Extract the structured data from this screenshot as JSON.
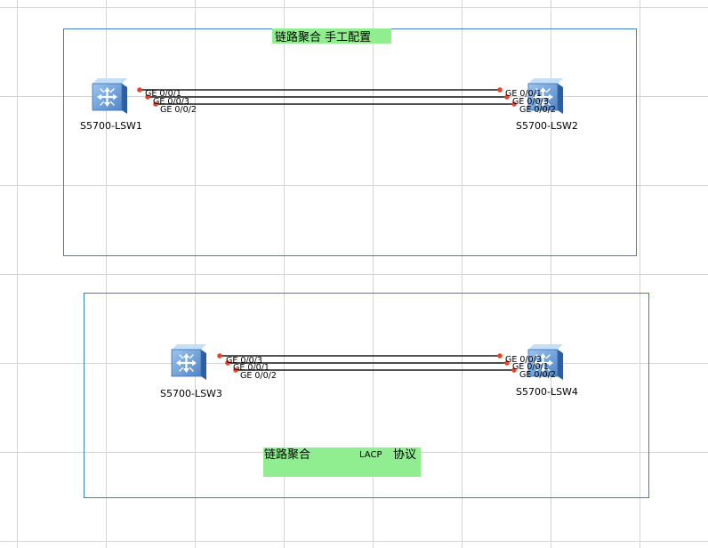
{
  "top_group": {
    "title": "链路聚合 手工配置",
    "devices": {
      "left": {
        "name": "S5700-LSW1",
        "ports": [
          "GE 0/0/1",
          "GE 0/0/3",
          "GE 0/0/2"
        ]
      },
      "right": {
        "name": "S5700-LSW2",
        "ports": [
          "GE 0/0/1",
          "GE 0/0/3",
          "GE 0/0/2"
        ]
      }
    }
  },
  "bottom_group": {
    "title_main": "链路聚合",
    "title_proto": "LACP",
    "title_suffix": "协议",
    "devices": {
      "left": {
        "name": "S5700-LSW3",
        "ports": [
          "GE 0/0/3",
          "GE 0/0/1",
          "GE 0/0/2"
        ]
      },
      "right": {
        "name": "S5700-LSW4",
        "ports": [
          "GE 0/0/3",
          "GE 0/0/1",
          "GE 0/0/2"
        ]
      }
    }
  },
  "colors": {
    "frame": "#3c7fc9",
    "label_bg": "#90ee90",
    "link": "#1a1a1a",
    "port_dot": "#e8432b",
    "switch_light": "#b9d7f3",
    "switch_mid": "#6e9fd6",
    "switch_dark": "#2e5e9e"
  },
  "icons": {
    "switch": "layer3-switch-icon"
  }
}
